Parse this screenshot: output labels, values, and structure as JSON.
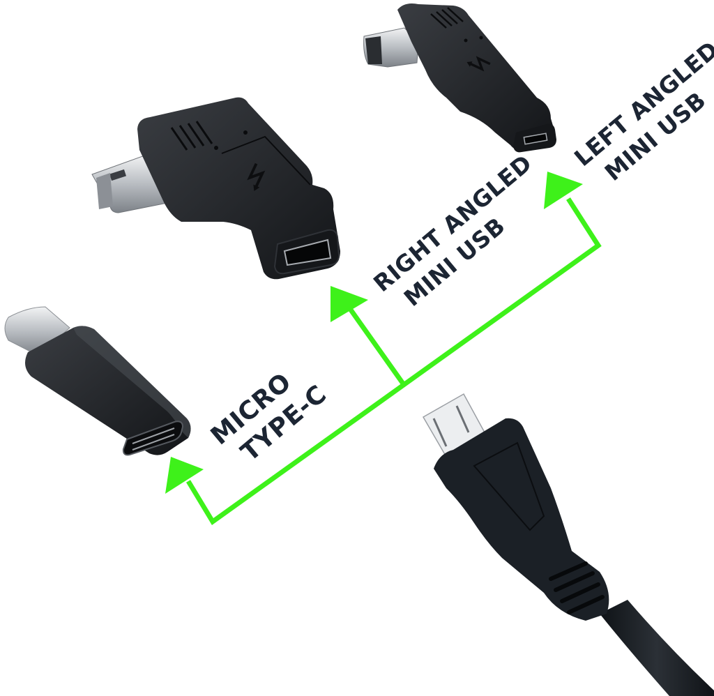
{
  "colors": {
    "background": "#ffffff",
    "arrow_green": "#3ef11a",
    "label_text": "#1c2533",
    "adapter_body": "#1f2226",
    "metal": "#c9ccd0"
  },
  "labels": {
    "micro_type_c": {
      "line1": "MICRO",
      "line2": "TYPE-C"
    },
    "right_angled": {
      "line1": "RIGHT ANGLED",
      "line2": "MINI USB"
    },
    "left_angled": {
      "line1": "LEFT ANGLED",
      "line2": "MINI USB"
    }
  },
  "products": [
    {
      "name": "Micro USB to Type-C adapter",
      "icon": "usb-c-adapter-icon"
    },
    {
      "name": "Right angled Mini USB adapter",
      "icon": "right-angle-mini-usb-adapter-icon"
    },
    {
      "name": "Left angled Mini USB adapter",
      "icon": "left-angle-mini-usb-adapter-icon"
    },
    {
      "name": "Micro USB cable plug",
      "icon": "micro-usb-plug-icon"
    }
  ]
}
